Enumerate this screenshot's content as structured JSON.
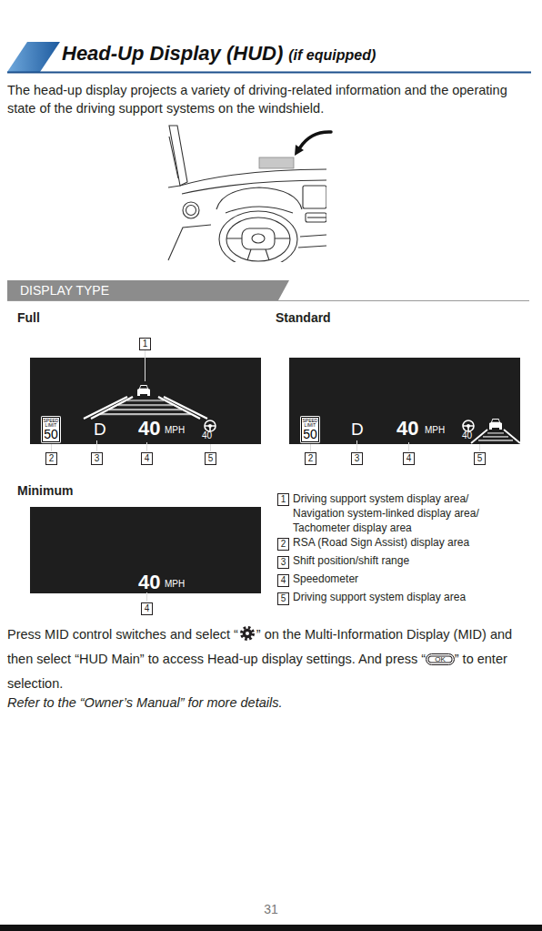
{
  "diagram": {
    "title": "Head-Up Display (HUD)",
    "nodes": [
      {
        "text": [
          "DISPLAY TYPE"
        ]
      },
      {
        "text": [
          "D",
          "40",
          "MPH",
          "40"
        ]
      },
      {
        "text": [
          "SPEED LIMIT",
          "50"
        ],
        "in": 1
      },
      {
        "text": [
          "D",
          "40",
          "MPH",
          "40"
        ]
      },
      {
        "text": [
          "SPEED LIMIT",
          "50"
        ],
        "in": 3
      },
      {
        "text": [
          "40",
          "MPH"
        ]
      }
    ],
    "labels": [
      "The head-up display projects a variety of driving-related information and the operating state of the driving support systems on the windshield.",
      "Full",
      "Standard",
      "1",
      "2",
      "3",
      "4",
      "5",
      "2",
      "3",
      "4",
      "5",
      "Minimum",
      "4",
      "1",
      "Driving support system display area/ Navigation system-linked display area/ Tachometer display area",
      "2",
      "RSA (Road Sign Assist) display area",
      "3",
      "Shift position/shift range",
      "4",
      "Speedometer",
      "5",
      "Driving support system display area",
      "Press MID control switches and select “",
      "” on the Multi-Information Display (MID) and then select “HUD Main” to access Head-up display settings. And press “",
      "OK",
      "” to enter selection.",
      "Refer to the “Owner’s Manual” for more details.",
      "31",
      "(if equipped)"
    ]
  }
}
